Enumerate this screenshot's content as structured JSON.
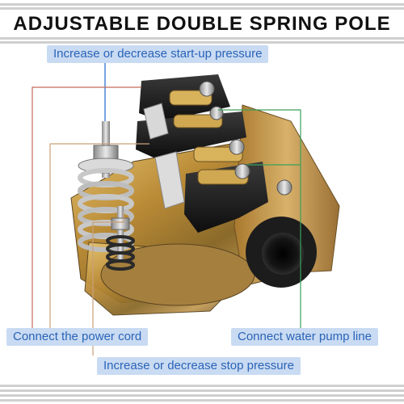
{
  "title": "ADJUSTABLE DOUBLE SPRING POLE",
  "callouts": {
    "start_pressure": "Increase or decrease start-up pressure",
    "power_cord": "Connect the power cord",
    "water_pump": "Connect water pump line",
    "stop_pressure": "Increase or decrease stop pressure"
  },
  "colors": {
    "label_bg": "#c9dbf2",
    "label_text": "#2a63b8",
    "leader_blue": "#4a86d6",
    "leader_red": "#c46a5a",
    "leader_green": "#3aa05a",
    "leader_tan": "#c9a07a"
  }
}
